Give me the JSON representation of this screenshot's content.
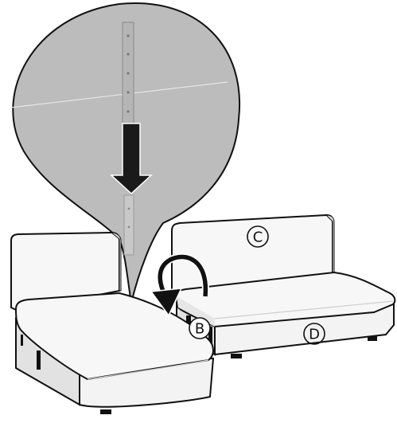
{
  "callout_labels": {
    "b": "B",
    "c": "C",
    "d": "D"
  },
  "colors": {
    "line": "#111111",
    "sofa_light": "#f7f7f7",
    "sofa_shade": "#e2e2e2",
    "sofa_dark": "#cfcfcf",
    "zoom_fill": "#bcbcbc",
    "zoom_dark": "#9a9a9a",
    "bracket": "#b5b5b5",
    "arrow": "#1a1a1a"
  },
  "icons": [
    "magnifier-callout",
    "down-arrow-icon",
    "curved-arrow-icon",
    "metal-bracket"
  ]
}
